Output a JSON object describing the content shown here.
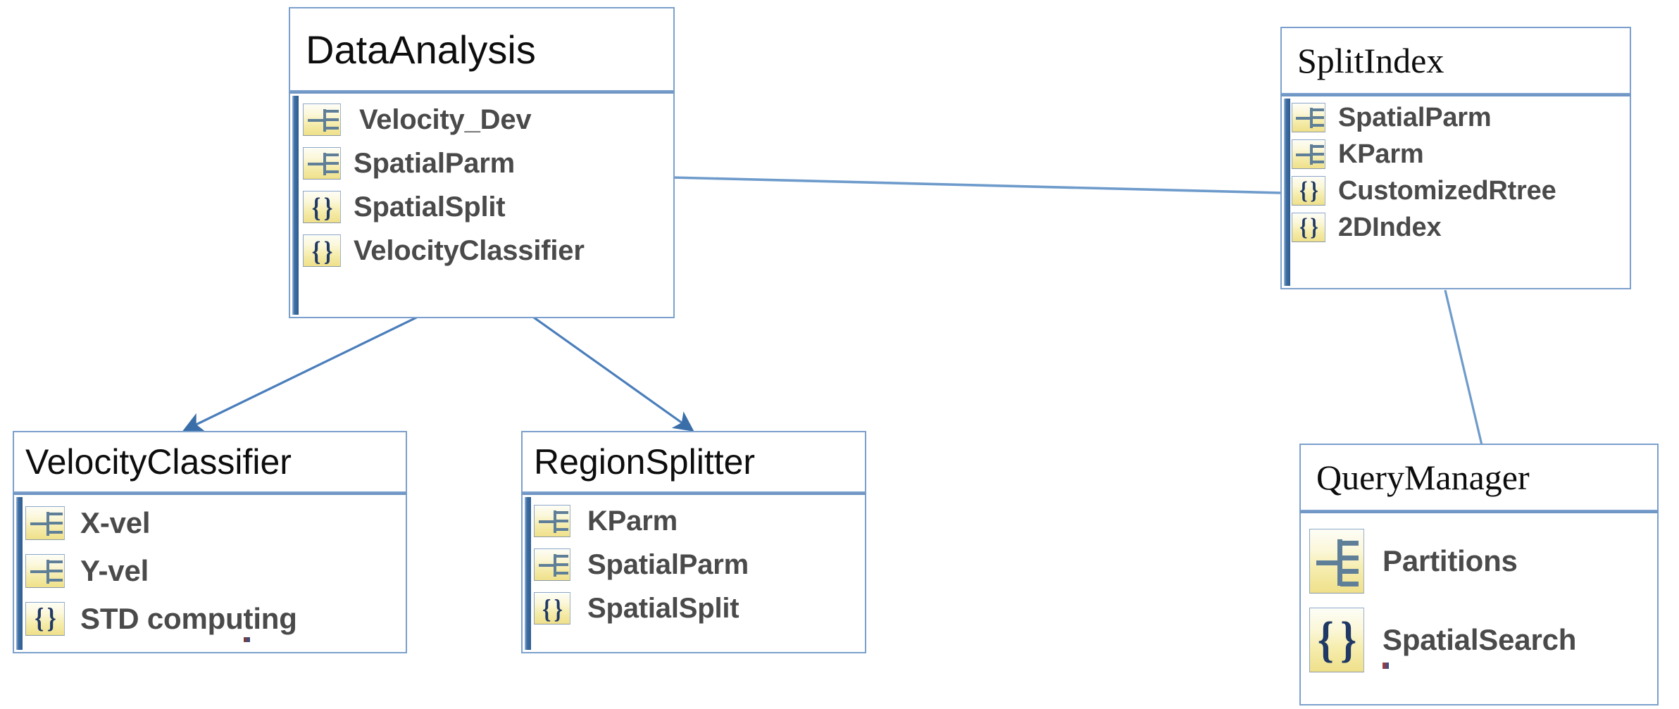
{
  "diagram": {
    "type": "uml-class-diagram",
    "title_font_styles": {
      "sans": "sans-serif",
      "serif": "serif"
    },
    "colors": {
      "box_border": "#7ba0cd",
      "body_rail": "#3d6ea5",
      "connector": "#4a7ebb",
      "member_text": "#4a4a4a",
      "title_text": "#0d0d0d",
      "icon_yellow": "#efe08a",
      "icon_glyph_blue": "#5f7f99",
      "brace_navy": "#1f3864"
    },
    "icon_names": {
      "property": "interface-hierarchy-icon",
      "method": "curly-brace-method-icon"
    },
    "classes": [
      {
        "id": "dataanalysis",
        "name": "DataAnalysis",
        "title_style": "sans",
        "members": [
          {
            "label": "Velocity_Dev",
            "kind": "property"
          },
          {
            "label": "SpatialParm",
            "kind": "property"
          },
          {
            "label": "SpatialSplit",
            "kind": "method"
          },
          {
            "label": "VelocityClassifier",
            "kind": "method"
          }
        ]
      },
      {
        "id": "splitindex",
        "name": "SplitIndex",
        "title_style": "serif",
        "members": [
          {
            "label": "SpatialParm",
            "kind": "property"
          },
          {
            "label": "KParm",
            "kind": "property"
          },
          {
            "label": "CustomizedRtree",
            "kind": "method"
          },
          {
            "label": "2DIndex",
            "kind": "method"
          }
        ]
      },
      {
        "id": "velocityclassifier",
        "name": "VelocityClassifier",
        "title_style": "sans",
        "members": [
          {
            "label": "X-vel",
            "kind": "property"
          },
          {
            "label": "Y-vel",
            "kind": "property"
          },
          {
            "label": "STD computing",
            "kind": "method"
          }
        ]
      },
      {
        "id": "regionsplitter",
        "name": "RegionSplitter",
        "title_style": "sans",
        "members": [
          {
            "label": "KParm",
            "kind": "property"
          },
          {
            "label": "SpatialParm",
            "kind": "property"
          },
          {
            "label": "SpatialSplit",
            "kind": "method"
          }
        ]
      },
      {
        "id": "querymanager",
        "name": "QueryManager",
        "title_style": "serif",
        "members": [
          {
            "label": "Partitions",
            "kind": "property"
          },
          {
            "label": "SpatialSearch",
            "kind": "method"
          }
        ]
      }
    ],
    "connectors": [
      {
        "id": "dataanalysis-to-velocityclassifier",
        "from": "DataAnalysis",
        "to": "VelocityClassifier",
        "arrow": "filled-triangle"
      },
      {
        "id": "dataanalysis-to-regionsplitter",
        "from": "DataAnalysis",
        "to": "RegionSplitter",
        "arrow": "filled-triangle"
      },
      {
        "id": "dataanalysis-to-splitindex",
        "from": "DataAnalysis",
        "to": "SplitIndex",
        "arrow": "none"
      },
      {
        "id": "splitindex-to-querymanager",
        "from": "SplitIndex",
        "to": "QueryManager",
        "arrow": "none"
      }
    ]
  }
}
